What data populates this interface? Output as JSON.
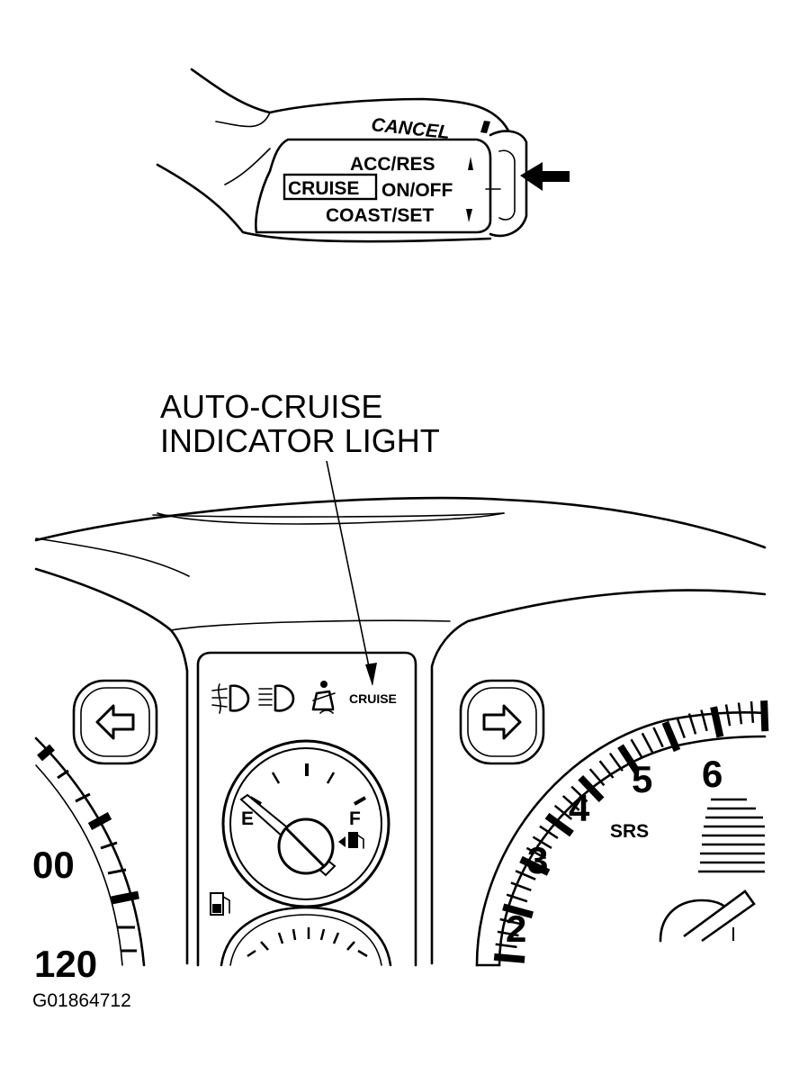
{
  "switch": {
    "cancel_label": "CANCEL",
    "acc_res_label": "ACC/RES",
    "cruise_label": "CRUISE",
    "on_off_label": "ON/OFF",
    "coast_set_label": "COAST/SET"
  },
  "callout": {
    "line1": "AUTO-CRUISE",
    "line2": "INDICATOR LIGHT"
  },
  "cluster": {
    "cruise_indicator_label": "CRUISE",
    "fuel_empty_label": "E",
    "fuel_full_label": "F",
    "srs_label": "SRS",
    "tacho_numbers": [
      "2",
      "3",
      "4",
      "5",
      "6"
    ],
    "speedo_numbers": [
      "00",
      "120"
    ]
  },
  "figure_id": "G01864712",
  "icons": [
    "front-fog-light-icon",
    "headlight-high-beam-icon",
    "seatbelt-warning-icon",
    "fuel-pump-icon",
    "turn-left-arrow-icon",
    "turn-right-arrow-icon",
    "pointer-arrow-icon"
  ]
}
